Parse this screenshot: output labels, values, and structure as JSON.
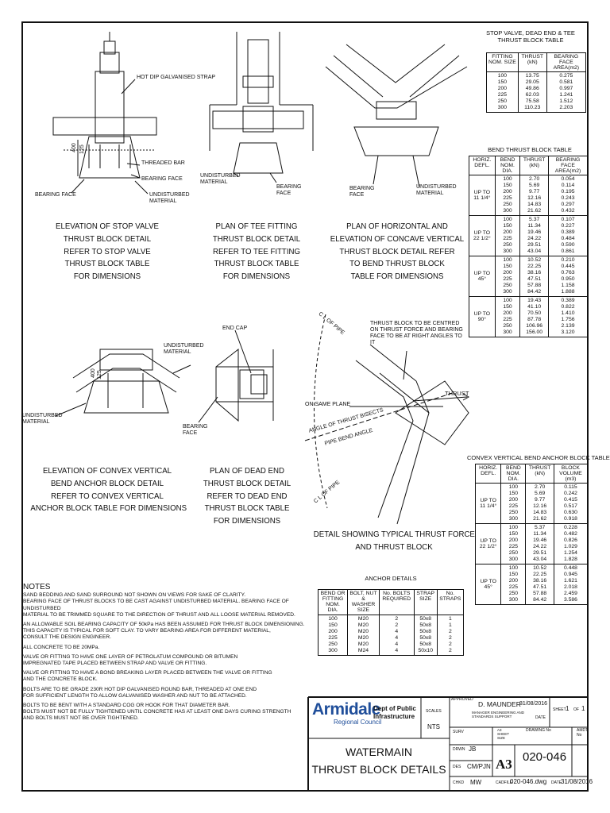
{
  "stop_valve_table": {
    "title_line1": "STOP VALVE, DEAD END & TEE",
    "title_line2": "THRUST BLOCK TABLE",
    "headers": [
      "FITTING NOM. SIZE",
      "THRUST (kN)",
      "BEARING FACE AREA(m2)"
    ],
    "sizes": [
      "100",
      "150",
      "200",
      "225",
      "250",
      "300"
    ],
    "thrust": [
      "13.75",
      "29.05",
      "49.86",
      "62.03",
      "75.58",
      "110.23"
    ],
    "area": [
      "0.275",
      "0.581",
      "0.997",
      "1.241",
      "1.512",
      "2.203"
    ]
  },
  "bend_table": {
    "title": "BEND THRUST BLOCK TABLE",
    "headers": [
      "HORIZ. DEFL.",
      "BEND NOM. DIA.",
      "THRUST (kN)",
      "BEARING FACE AREA(m2)"
    ],
    "groups": [
      {
        "defl": "UP TO 11 1/4°",
        "dia": [
          "100",
          "150",
          "200",
          "225",
          "250",
          "300"
        ],
        "thrust": [
          "2.70",
          "5.69",
          "9.77",
          "12.16",
          "14.83",
          "21.62"
        ],
        "area": [
          "0.054",
          "0.114",
          "0.195",
          "0.243",
          "0.297",
          "0.432"
        ]
      },
      {
        "defl": "UP TO 22 1/2°",
        "dia": [
          "100",
          "150",
          "200",
          "225",
          "250",
          "300"
        ],
        "thrust": [
          "5.37",
          "11.34",
          "19.46",
          "24.22",
          "29.51",
          "43.04"
        ],
        "area": [
          "0.107",
          "0.227",
          "0.389",
          "0.484",
          "0.590",
          "0.861"
        ]
      },
      {
        "defl": "UP TO 45°",
        "dia": [
          "100",
          "150",
          "200",
          "225",
          "250",
          "300"
        ],
        "thrust": [
          "10.52",
          "22.25",
          "38.16",
          "47.51",
          "57.88",
          "84.42"
        ],
        "area": [
          "0.210",
          "0.445",
          "0.763",
          "0.950",
          "1.158",
          "1.888"
        ]
      },
      {
        "defl": "UP TO 90°",
        "dia": [
          "100",
          "150",
          "200",
          "225",
          "250",
          "300"
        ],
        "thrust": [
          "19.43",
          "41.10",
          "70.50",
          "87.78",
          "106.96",
          "156.00"
        ],
        "area": [
          "0.389",
          "0.822",
          "1.410",
          "1.756",
          "2.139",
          "3.120"
        ]
      }
    ]
  },
  "convex_table": {
    "title": "CONVEX VERTICAL BEND ANCHOR BLOCK TABLE",
    "headers": [
      "HORIZ. DEFL.",
      "BEND NOM. DIA.",
      "THRUST (kN)",
      "BLOCK VOLUME (m3)"
    ],
    "groups": [
      {
        "defl": "UP TO 11 1/4°",
        "dia": [
          "100",
          "150",
          "200",
          "225",
          "250",
          "300"
        ],
        "thrust": [
          "2.70",
          "5.69",
          "9.77",
          "12.16",
          "14.83",
          "21.62"
        ],
        "vol": [
          "0.115",
          "0.242",
          "0.415",
          "0.517",
          "0.630",
          "0.918"
        ]
      },
      {
        "defl": "UP TO 22 1/2°",
        "dia": [
          "100",
          "150",
          "200",
          "225",
          "250",
          "300"
        ],
        "thrust": [
          "5.37",
          "11.34",
          "19.46",
          "24.22",
          "29.51",
          "43.04"
        ],
        "vol": [
          "0.228",
          "0.482",
          "0.826",
          "1.029",
          "1.254",
          "1.828"
        ]
      },
      {
        "defl": "UP TO 45°",
        "dia": [
          "100",
          "150",
          "200",
          "225",
          "250",
          "300"
        ],
        "thrust": [
          "10.52",
          "22.25",
          "38.16",
          "47.51",
          "57.88",
          "84.42"
        ],
        "vol": [
          "0.448",
          "0.945",
          "1.621",
          "2.018",
          "2.459",
          "3.586"
        ]
      }
    ]
  },
  "anchor_table": {
    "title": "ANCHOR DETAILS",
    "headers": [
      "BEND OR FITTING NOM. DIA.",
      "BOLT, NUT & WASHER SIZE",
      "No. BOLTS REQUIRED",
      "STRAP SIZE",
      "No. STRAPS"
    ],
    "dia": [
      "100",
      "150",
      "200",
      "225",
      "250",
      "300"
    ],
    "bolt": [
      "M20",
      "M20",
      "M20",
      "M20",
      "M20",
      "M24"
    ],
    "bolts": [
      "2",
      "2",
      "4",
      "4",
      "4",
      "4"
    ],
    "strap": [
      "50x8",
      "50x8",
      "50x8",
      "50x8",
      "50x8",
      "50x10"
    ],
    "straps": [
      "1",
      "1",
      "2",
      "2",
      "2",
      "2"
    ]
  },
  "views": {
    "stop_valve": {
      "caption": [
        "ELEVATION OF STOP VALVE",
        "THRUST BLOCK DETAIL",
        "REFER TO STOP VALVE",
        "THRUST BLOCK TABLE",
        "FOR DIMENSIONS"
      ],
      "labels": {
        "strap": "HOT DIP GALVANISED STRAP",
        "bar": "THREADED BAR",
        "bearing1": "BEARING FACE",
        "bearing2": "BEARING FACE",
        "undisturbed": "UNDISTURBED MATERIAL",
        "dim1": "400",
        "dim2": "125"
      }
    },
    "tee": {
      "caption": [
        "PLAN OF TEE FITTING",
        "THRUST BLOCK DETAIL",
        "REFER TO TEE FITTING",
        "THRUST BLOCK TABLE",
        "FOR DIMENSIONS"
      ],
      "labels": {
        "undisturbed": "UNDISTURBED MATERIAL",
        "bearing": "BEARING FACE"
      }
    },
    "horizontal": {
      "caption": [
        "PLAN OF HORIZONTAL AND",
        "ELEVATION OF CONCAVE VERTICAL",
        "THRUST BLOCK DETAIL REFER",
        "TO BEND THRUST BLOCK",
        "TABLE FOR DIMENSIONS"
      ],
      "labels": {
        "bearing": "BEARING FACE",
        "undisturbed": "UNDISTURBED MATERIAL"
      }
    },
    "convex": {
      "caption": [
        "ELEVATION OF CONVEX VERTICAL",
        "BEND ANCHOR BLOCK DETAIL",
        "REFER TO CONVEX VERTICAL",
        "ANCHOR BLOCK TABLE FOR DIMENSIONS"
      ],
      "labels": {
        "undisturbed1": "UNDISTURBED MATERIAL",
        "undisturbed2": "UNDISTURBED MATERIAL",
        "dim1": "400",
        "dim2": "125"
      }
    },
    "dead_end": {
      "caption": [
        "PLAN OF DEAD END",
        "THRUST BLOCK DETAIL",
        "REFER TO DEAD END",
        "THRUST BLOCK TABLE",
        "FOR DIMENSIONS"
      ],
      "labels": {
        "endcap": "END CAP",
        "bearing": "BEARING FACE"
      }
    },
    "typical": {
      "caption": [
        "DETAIL SHOWING TYPICAL THRUST FORCE",
        "AND THRUST BLOCK"
      ],
      "labels": {
        "centre": "THRUST BLOCK TO BE CENTRED ON THRUST FORCE AND BEARING FACE TO BE AT RIGHT ANGLES TO IT",
        "thrust": "THRUST",
        "plane": "ON SAME PLANE",
        "bisect1": "ANGLE OF THRUST BISECTS",
        "bisect2": "PIPE BEND ANGLE",
        "cl1": "C L OF PIPE",
        "cl2": "C L OF PIPE"
      }
    }
  },
  "notes": {
    "heading": "NOTES",
    "items": [
      "SAND BEDDING AND SAND SURROUND NOT SHOWN ON VIEWS FOR SAKE OF CLARITY.\nBEARING FACE OF THRUST BLOCKS TO BE CAST AGAINST UNDISTURBED MATERIAL. BEARING FACE OF UNDISTURBED\nMATERIAL TO BE TRIMMED SQUARE TO THE DIRECTION OF THRUST AND ALL LOOSE MATERIAL REMOVED.",
      "AN ALLOWABLE SOIL BEARING CAPACITY OF 50kPa HAS BEEN ASSUMED FOR THRUST BLOCK DIMENSIONING.\nTHIS CAPACITY IS TYPICAL FOR SOFT CLAY. TO VARY BEARING AREA FOR DIFFERENT MATERIAL,\nCONSULT THE DESIGN ENGINEER.",
      "ALL CONCRETE TO BE 20MPa.",
      "VALVE OR FITTING TO HAVE ONE LAYER OF PETROLATUM COMPOUND OR BITUMEN\nIMPREGNATED TAPE PLACED BETWEEN STRAP AND VALVE OR FITTING.",
      "VALVE OR FITTING TO HAVE A BOND BREAKING LAYER PLACED BETWEEN THE VALVE OR FITTING\nAND THE CONCRETE BLOCK.",
      "BOLTS ARE TO BE GRADE 230R HOT DIP GALVANISED ROUND BAR, THREADED AT ONE END\nFOR SUFFICIENT LENGTH TO ALLOW GALVANISED WASHER AND NUT TO BE ATTACHED.",
      "BOLTS TO BE BENT WITH A STANDARD COG OR HOOK FOR THAT DIAMETER BAR.\nBOLTS MUST NOT BE FULLY TIGHTENED UNTIL CONCRETE HAS AT LEAST ONE DAYS CURING STRENGTH\nAND BOLTS MUST NOT BE OVER TIGHTENED."
    ]
  },
  "title_block": {
    "org_name": "Armidale",
    "org_sub": "Regional Council",
    "dept1": "Dept of Public",
    "dept2": "Infrastructure",
    "scales_label": "SCALES",
    "scales": "NTS",
    "approved_label": "APPROVED",
    "approved": "D. MAUNDER",
    "approved_date": "31/08/2016",
    "approved_role": "MANAGER ENGINEERING AND STANDARDS SUPPORT",
    "date_label": "DATE",
    "sheet_label": "SHEET",
    "sheet_of": "OF",
    "sheet": "1",
    "sheets": "1",
    "surv_label": "SURV",
    "drawing_label": "DRAWING No",
    "amdt_label": "AMDT No",
    "size_label": "A3 SHEET SIZE",
    "size": "A3",
    "drawing_no": "020-046",
    "drwn_label": "DRWN",
    "drwn": "JB",
    "des_label": "DES",
    "des": "CM/PJN",
    "chkd_label": "CHKD",
    "chkd": "MW",
    "cadfile_label": "CADFILE",
    "cadfile": "020-046.dwg",
    "date2_label": "DATE",
    "date2": "31/08/2016",
    "title1": "WATERMAIN",
    "title2": "THRUST BLOCK DETAILS",
    "brand_color": "#1f4e9a"
  }
}
